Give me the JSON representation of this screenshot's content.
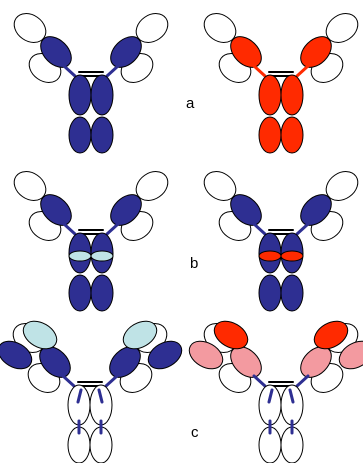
{
  "colors": {
    "navy": "#2e2f92",
    "red": "#ff2a00",
    "light_cyan": "#bfe3e6",
    "pink": "#f39aa0",
    "white": "#ffffff",
    "outline": "#000000"
  },
  "rows": [
    {
      "label": "a",
      "antibodies": [
        {
          "variable_heavy": "navy",
          "constant_heavy": "navy",
          "hinge": "navy",
          "fc": "navy",
          "ch2_stripe": null,
          "light_variable": "white",
          "light_constant": "white",
          "linker": "navy"
        },
        {
          "variable_heavy": "red",
          "constant_heavy": "red",
          "hinge": "red",
          "fc": "red",
          "ch2_stripe": null,
          "light_variable": "white",
          "light_constant": "white",
          "linker": "red"
        }
      ]
    },
    {
      "label": "b",
      "antibodies": [
        {
          "variable_heavy": "navy",
          "constant_heavy": "navy",
          "hinge": "navy",
          "fc": "navy",
          "ch2_stripe": "light_cyan",
          "light_variable": "white",
          "light_constant": "white",
          "linker": "navy"
        },
        {
          "variable_heavy": "navy",
          "constant_heavy": "navy",
          "hinge": "navy",
          "fc": "navy",
          "ch2_stripe": "red",
          "light_variable": "white",
          "light_constant": "white",
          "linker": "navy"
        }
      ]
    },
    {
      "label": "c",
      "antibodies": [
        {
          "variable_heavy": "navy",
          "constant_heavy": "light_cyan",
          "hinge": "white",
          "fc": "white",
          "ch2_stripe": null,
          "light_variable": "white",
          "light_constant": "white",
          "linker": "navy"
        },
        {
          "variable_heavy": "pink",
          "constant_heavy": "red",
          "hinge": "white",
          "fc": "white",
          "ch2_stripe": null,
          "light_variable": "white",
          "light_constant": "white",
          "linker": "navy"
        }
      ]
    }
  ]
}
